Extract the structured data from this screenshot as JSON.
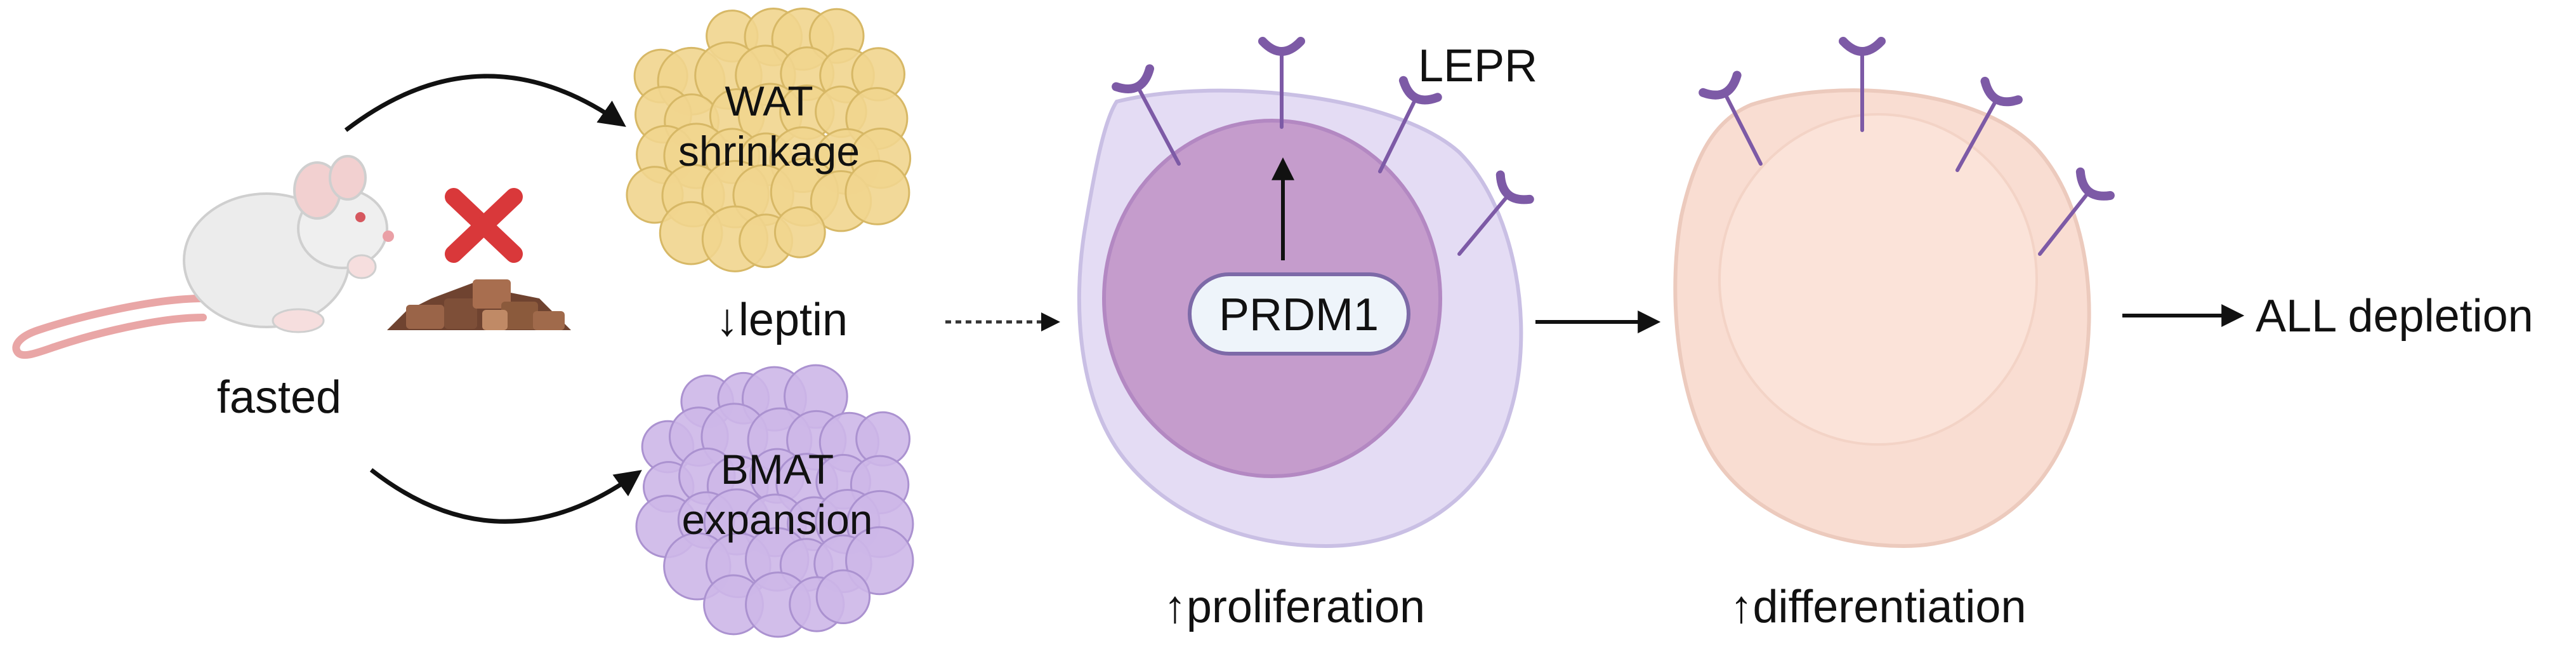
{
  "colors": {
    "accent_purple": "#c59ccc",
    "accent_purple_outline": "#b388c2",
    "membrane_purple": "#e4dcf4",
    "receptor_purple": "#7d5aa6",
    "peach_cell": "#f9ddd2",
    "peach_outline": "#eccabd",
    "wat_yellow": "#f1d58e",
    "bmat_purple": "#cdb7e8",
    "x_red": "#d9383a",
    "food_brown": "#8b5a3c",
    "mouse_gray": "#ececec"
  },
  "icons": {
    "mouse": "mouse-icon",
    "no_food": "cross-icon",
    "food": "food-pellets-icon",
    "wat": "white-adipose-cluster-icon",
    "bmat": "marrow-adipose-cluster-icon",
    "receptor": "receptor-icon"
  },
  "labels": {
    "fasted": "fasted",
    "wat_line1": "WAT",
    "wat_line2": "shrinkage",
    "leptin": "↓leptin",
    "bmat_line1": "BMAT",
    "bmat_line2": "expansion",
    "lepr": "LEPR",
    "prdm1": "PRDM1",
    "proliferation": "↑proliferation",
    "differentiation": "↑differentiation",
    "outcome": "ALL depletion"
  }
}
